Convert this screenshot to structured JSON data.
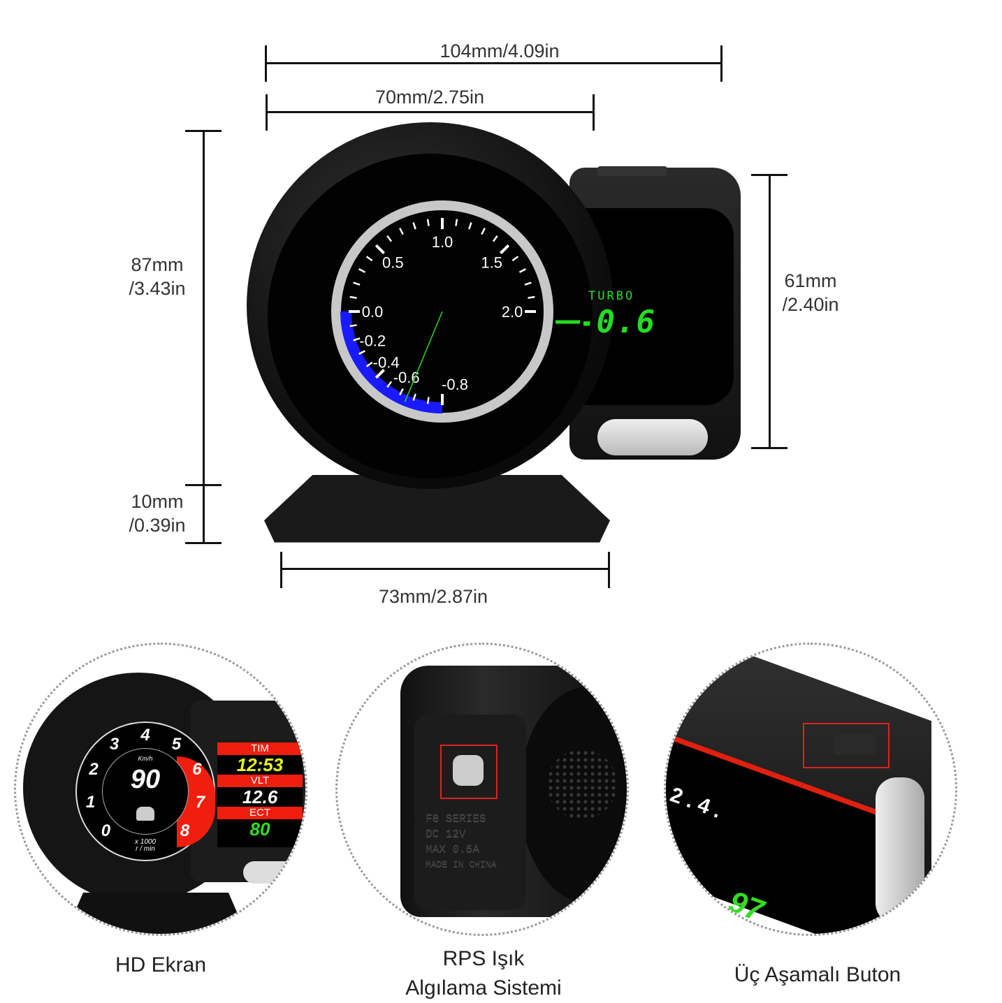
{
  "dimensions": {
    "width_total": "104mm/4.09in",
    "width_screen": "70mm/2.75in",
    "height_total": [
      "87mm",
      "/3.43in"
    ],
    "height_base": [
      "10mm",
      "/0.39in"
    ],
    "height_side": [
      "61mm",
      "/2.40in"
    ],
    "width_base": "73mm/2.87in"
  },
  "gauge": {
    "labels": [
      "-0.8",
      "-0.6",
      "-0.4",
      "-0.2",
      "0.0",
      "0.5",
      "1.0",
      "1.5",
      "2.0"
    ],
    "label_values": [
      -0.8,
      -0.6,
      -0.4,
      -0.2,
      0,
      0.5,
      1.0,
      1.5,
      2.0
    ],
    "reading_label": "TURBO",
    "reading_value": "-0.6",
    "needle_value": -0.6,
    "accent": "#22dd22",
    "vacuum_color": "#1a1aff"
  },
  "feature1": {
    "rpm_labels": [
      "0",
      "1",
      "2",
      "3",
      "4",
      "5",
      "6",
      "7",
      "8"
    ],
    "speed_unit": "Km/h",
    "speed": "90",
    "rpm_unit_line1": "x 1000",
    "rpm_unit_line2": "r / min",
    "tim_label": "TIM",
    "tim_value": "12:53",
    "vlt_label": "VLT",
    "vlt_value": "12.6",
    "ect_label": "ECT",
    "ect_value": "80",
    "caption": "HD Ekran"
  },
  "feature2": {
    "label_lines": [
      "F8  SERIES",
      "DC  12V",
      "MAX  0.5A",
      "MADE IN CHINA"
    ],
    "caption_line1": "RPS Işık",
    "caption_line2": "Algılama Sistemi"
  },
  "feature3": {
    "screen_digits": "2 . 4 .",
    "screen_value": "97",
    "caption": "Üç Aşamalı Buton"
  }
}
